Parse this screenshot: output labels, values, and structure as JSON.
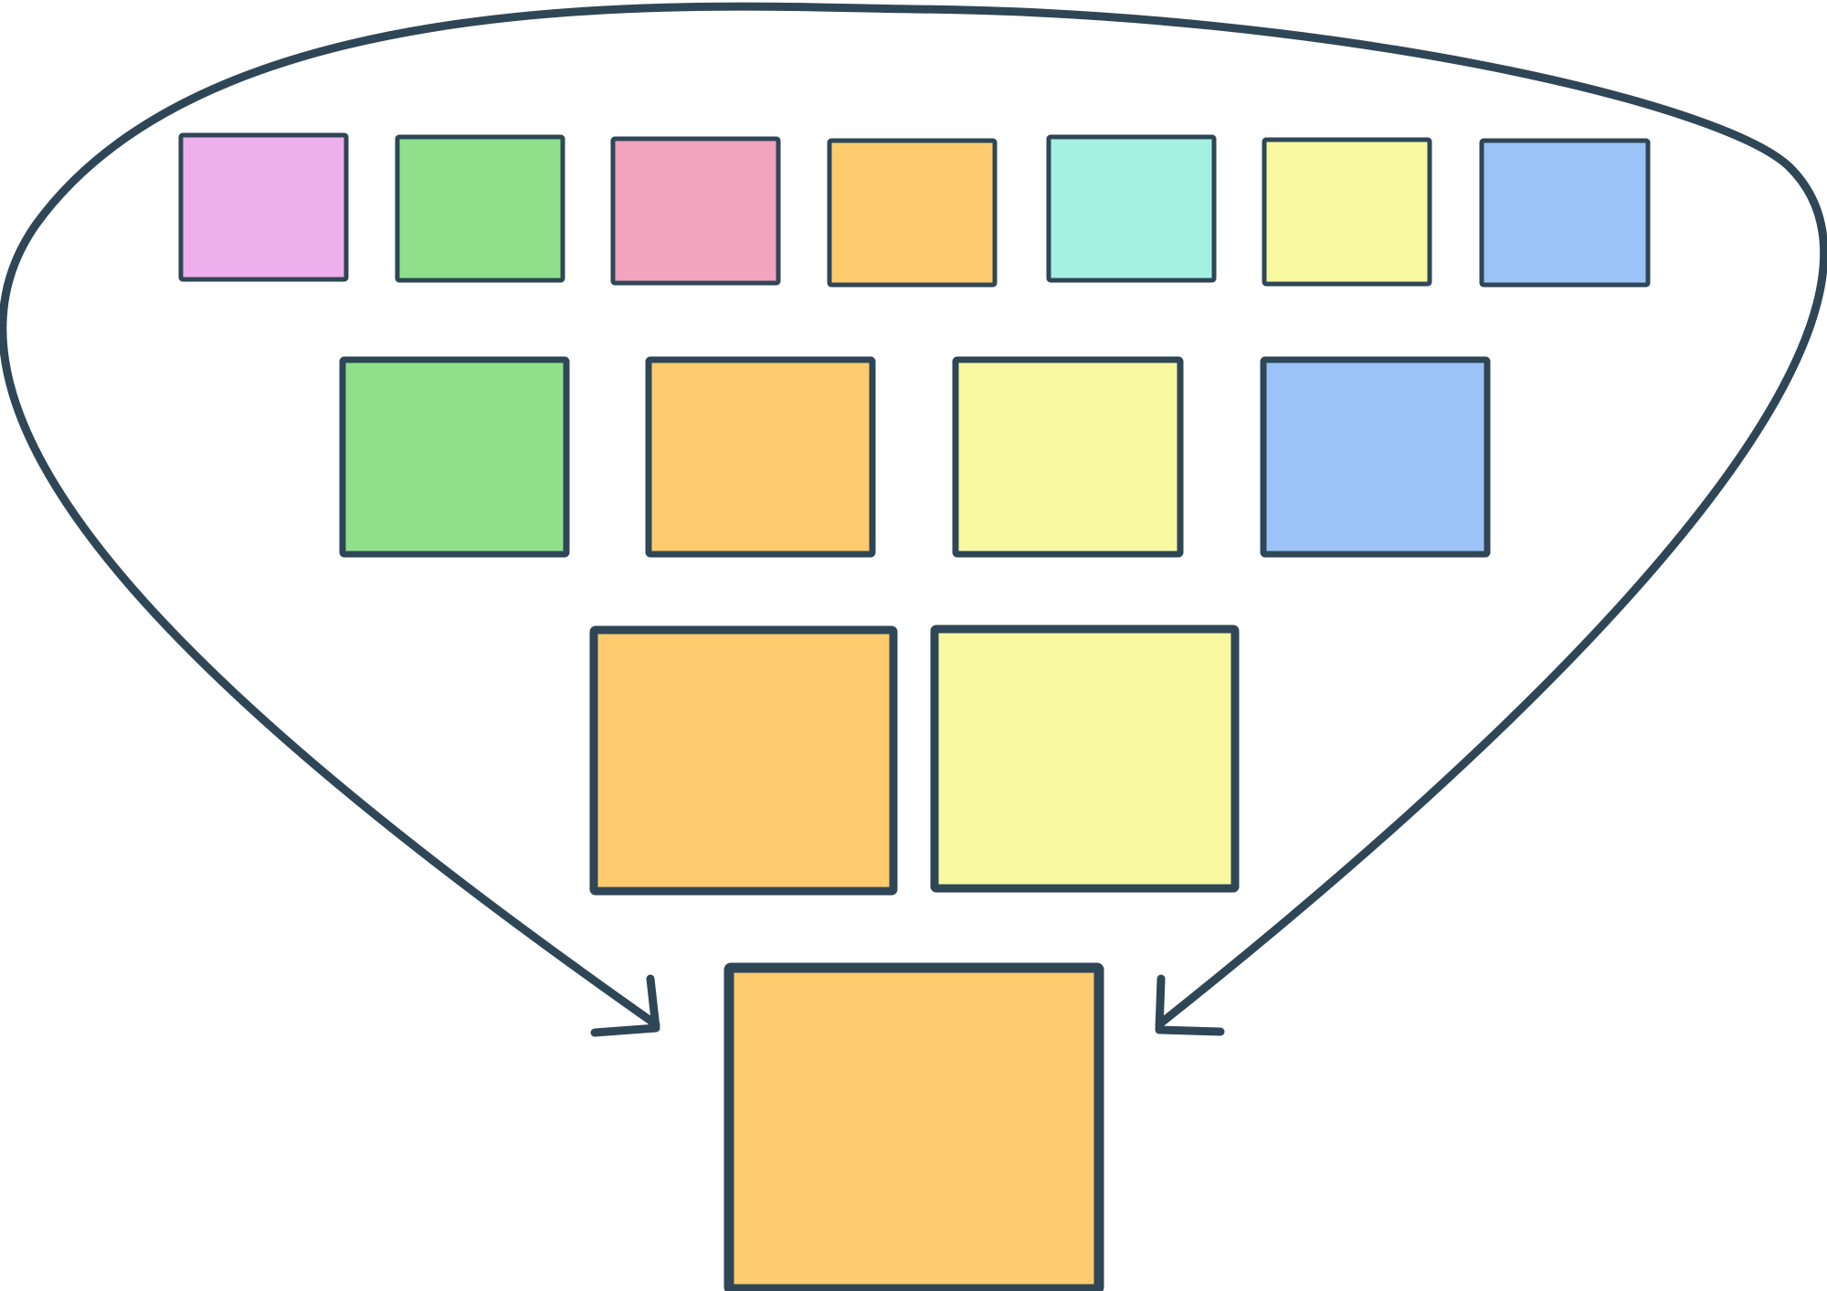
{
  "colors": {
    "stroke": "#2f4656",
    "pink": "#eeb0ec",
    "green": "#90e08b",
    "rose": "#f2a3bd",
    "orange": "#fecb6e",
    "teal": "#a4f0e3",
    "yellow": "#f7f8a0",
    "blue": "#9bc3f8"
  },
  "rows": [
    {
      "name": "row-1",
      "boxes": [
        "pink",
        "green",
        "rose",
        "orange",
        "teal",
        "yellow",
        "blue"
      ]
    },
    {
      "name": "row-2",
      "boxes": [
        "green",
        "orange",
        "yellow",
        "blue"
      ]
    },
    {
      "name": "row-3",
      "boxes": [
        "orange",
        "yellow"
      ]
    },
    {
      "name": "row-4",
      "boxes": [
        "orange"
      ]
    }
  ]
}
